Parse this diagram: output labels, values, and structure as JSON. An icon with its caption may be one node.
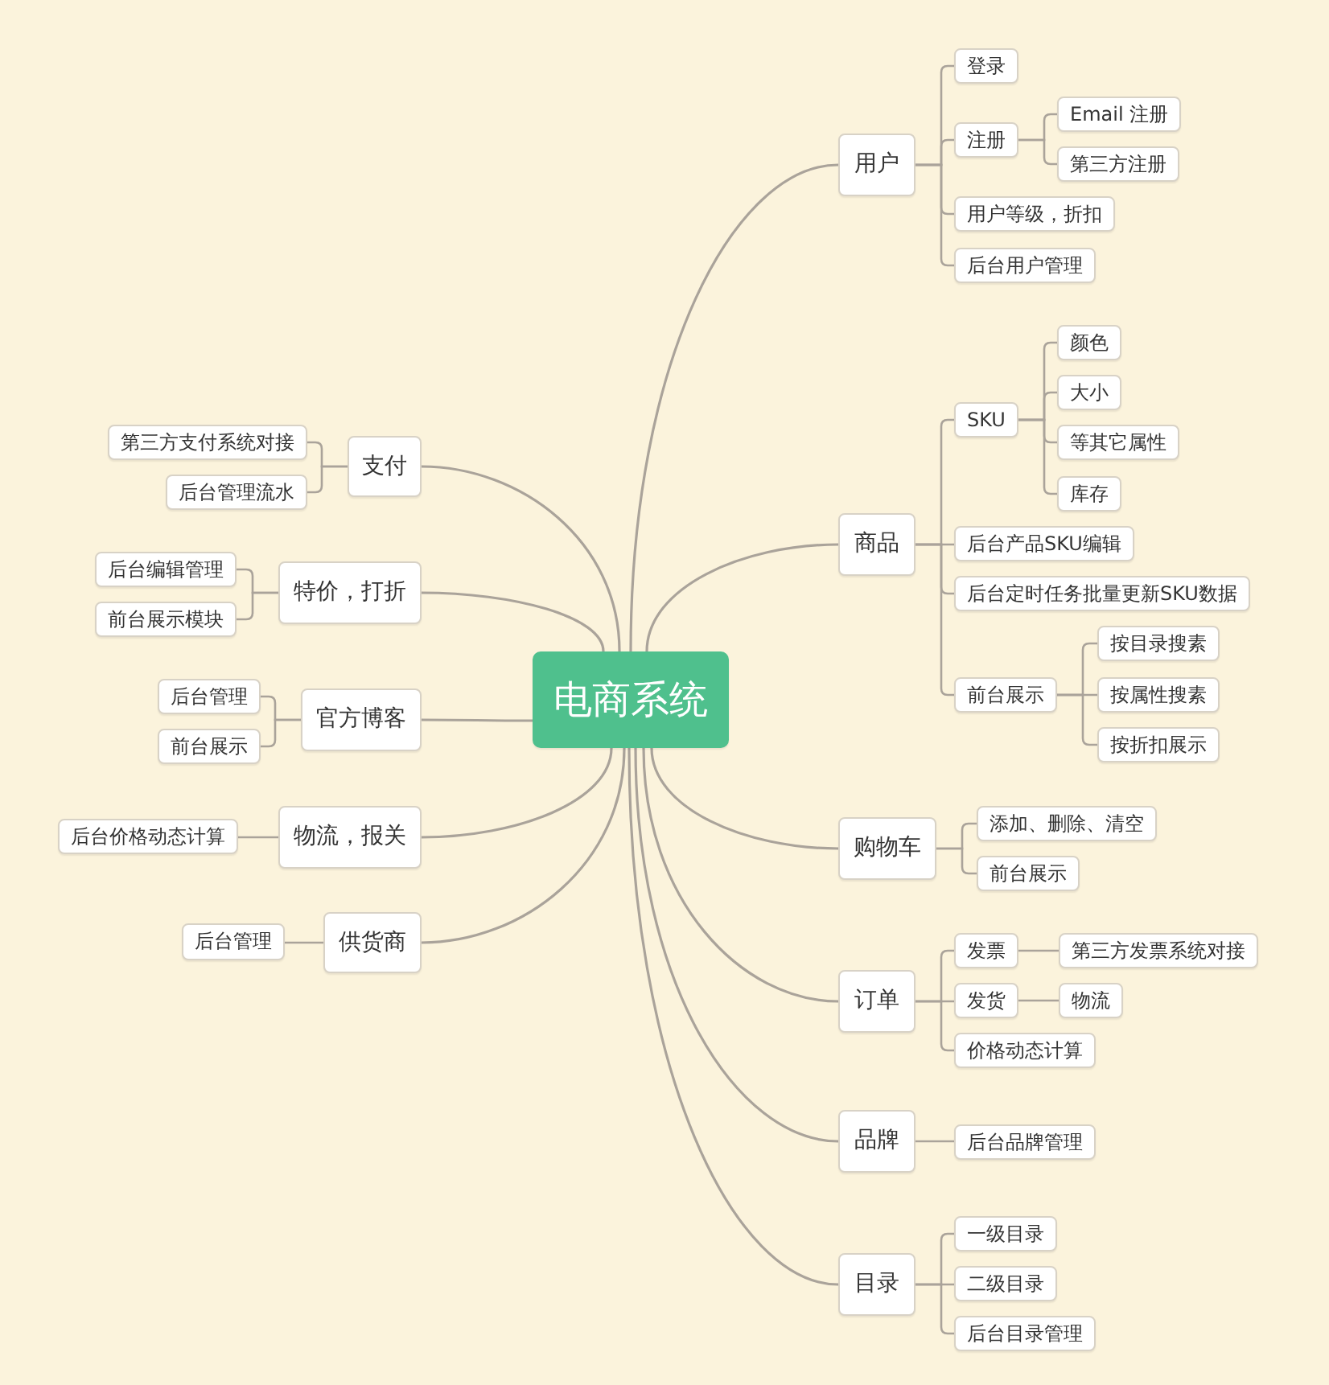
{
  "diagram": {
    "nodes": [
      {
        "text": [
          "电商系统"
        ]
      },
      {
        "text": [
          "用户"
        ]
      },
      {
        "text": [
          "登录"
        ]
      },
      {
        "text": [
          "注册"
        ]
      },
      {
        "text": [
          "Email 注册"
        ]
      },
      {
        "text": [
          "第三方注册"
        ]
      },
      {
        "text": [
          "用户等级，折扣"
        ]
      },
      {
        "text": [
          "后台用户管理"
        ]
      },
      {
        "text": [
          "商品"
        ]
      },
      {
        "text": [
          "SKU"
        ]
      },
      {
        "text": [
          "颜色"
        ]
      },
      {
        "text": [
          "大小"
        ]
      },
      {
        "text": [
          "等其它属性"
        ]
      },
      {
        "text": [
          "库存"
        ]
      },
      {
        "text": [
          "后台产品SKU编辑"
        ]
      },
      {
        "text": [
          "后台定时任务批量更新SKU数据"
        ]
      },
      {
        "text": [
          "前台展示"
        ]
      },
      {
        "text": [
          "按目录搜素"
        ]
      },
      {
        "text": [
          "按属性搜素"
        ]
      },
      {
        "text": [
          "按折扣展示"
        ]
      },
      {
        "text": [
          "购物车"
        ]
      },
      {
        "text": [
          "添加、删除、清空"
        ]
      },
      {
        "text": [
          "前台展示"
        ]
      },
      {
        "text": [
          "订单"
        ]
      },
      {
        "text": [
          "发票"
        ]
      },
      {
        "text": [
          "第三方发票系统对接"
        ]
      },
      {
        "text": [
          "发货"
        ]
      },
      {
        "text": [
          "物流"
        ]
      },
      {
        "text": [
          "价格动态计算"
        ]
      },
      {
        "text": [
          "品牌"
        ]
      },
      {
        "text": [
          "后台品牌管理"
        ]
      },
      {
        "text": [
          "目录"
        ]
      },
      {
        "text": [
          "一级目录"
        ]
      },
      {
        "text": [
          "二级目录"
        ]
      },
      {
        "text": [
          "后台目录管理"
        ]
      },
      {
        "text": [
          "支付"
        ]
      },
      {
        "text": [
          "第三方支付系统对接"
        ]
      },
      {
        "text": [
          "后台管理流水"
        ]
      },
      {
        "text": [
          "特价，打折"
        ]
      },
      {
        "text": [
          "后台编辑管理"
        ]
      },
      {
        "text": [
          "前台展示模块"
        ]
      },
      {
        "text": [
          "官方博客"
        ]
      },
      {
        "text": [
          "后台管理"
        ]
      },
      {
        "text": [
          "前台展示"
        ]
      },
      {
        "text": [
          "物流，报关"
        ]
      },
      {
        "text": [
          "后台价格动态计算"
        ]
      },
      {
        "text": [
          "供货商"
        ]
      },
      {
        "text": [
          "后台管理"
        ]
      }
    ],
    "edges": [
      {
        "from": 0,
        "to": 1,
        "arrow": "none"
      },
      {
        "from": 1,
        "to": 2,
        "arrow": "none"
      },
      {
        "from": 1,
        "to": 3,
        "arrow": "none"
      },
      {
        "from": 3,
        "to": 4,
        "arrow": "none"
      },
      {
        "from": 3,
        "to": 5,
        "arrow": "none"
      },
      {
        "from": 1,
        "to": 6,
        "arrow": "none"
      },
      {
        "from": 1,
        "to": 7,
        "arrow": "none"
      },
      {
        "from": 0,
        "to": 8,
        "arrow": "none"
      },
      {
        "from": 8,
        "to": 9,
        "arrow": "none"
      },
      {
        "from": 9,
        "to": 10,
        "arrow": "none"
      },
      {
        "from": 9,
        "to": 11,
        "arrow": "none"
      },
      {
        "from": 9,
        "to": 12,
        "arrow": "none"
      },
      {
        "from": 9,
        "to": 13,
        "arrow": "none"
      },
      {
        "from": 8,
        "to": 14,
        "arrow": "none"
      },
      {
        "from": 8,
        "to": 15,
        "arrow": "none"
      },
      {
        "from": 8,
        "to": 16,
        "arrow": "none"
      },
      {
        "from": 16,
        "to": 17,
        "arrow": "none"
      },
      {
        "from": 16,
        "to": 18,
        "arrow": "none"
      },
      {
        "from": 16,
        "to": 19,
        "arrow": "none"
      },
      {
        "from": 0,
        "to": 20,
        "arrow": "none"
      },
      {
        "from": 20,
        "to": 21,
        "arrow": "none"
      },
      {
        "from": 20,
        "to": 22,
        "arrow": "none"
      },
      {
        "from": 0,
        "to": 23,
        "arrow": "none"
      },
      {
        "from": 23,
        "to": 24,
        "arrow": "none"
      },
      {
        "from": 24,
        "to": 25,
        "arrow": "none"
      },
      {
        "from": 23,
        "to": 26,
        "arrow": "none"
      },
      {
        "from": 26,
        "to": 27,
        "arrow": "none"
      },
      {
        "from": 23,
        "to": 28,
        "arrow": "none"
      },
      {
        "from": 0,
        "to": 29,
        "arrow": "none"
      },
      {
        "from": 29,
        "to": 30,
        "arrow": "none"
      },
      {
        "from": 0,
        "to": 31,
        "arrow": "none"
      },
      {
        "from": 31,
        "to": 32,
        "arrow": "none"
      },
      {
        "from": 31,
        "to": 33,
        "arrow": "none"
      },
      {
        "from": 31,
        "to": 34,
        "arrow": "none"
      },
      {
        "from": 0,
        "to": 35,
        "arrow": "none"
      },
      {
        "from": 35,
        "to": 36,
        "arrow": "none"
      },
      {
        "from": 35,
        "to": 37,
        "arrow": "none"
      },
      {
        "from": 0,
        "to": 38,
        "arrow": "none"
      },
      {
        "from": 38,
        "to": 39,
        "arrow": "none"
      },
      {
        "from": 38,
        "to": 40,
        "arrow": "none"
      },
      {
        "from": 0,
        "to": 41,
        "arrow": "none"
      },
      {
        "from": 41,
        "to": 42,
        "arrow": "none"
      },
      {
        "from": 41,
        "to": 43,
        "arrow": "none"
      },
      {
        "from": 0,
        "to": 44,
        "arrow": "none"
      },
      {
        "from": 44,
        "to": 45,
        "arrow": "none"
      },
      {
        "from": 0,
        "to": 46,
        "arrow": "none"
      },
      {
        "from": 46,
        "to": 47,
        "arrow": "none"
      }
    ]
  }
}
